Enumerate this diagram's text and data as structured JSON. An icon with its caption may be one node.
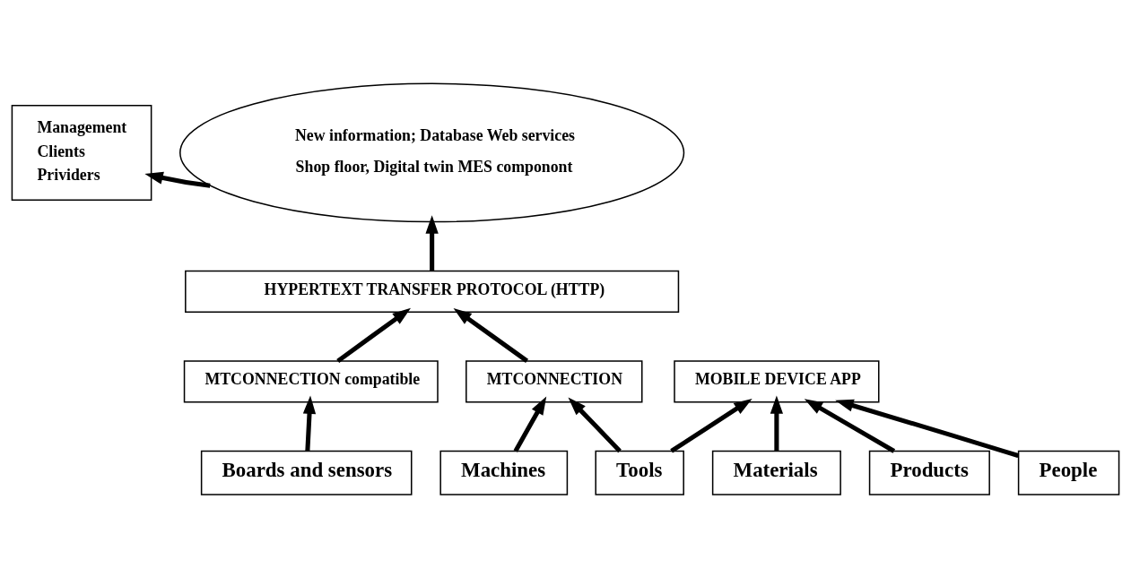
{
  "diagram": {
    "nodes": [
      {
        "text": [
          "New information; Database Web services",
          "Shop floor, Digital twin MES componont"
        ]
      },
      {
        "text": [
          "Management",
          "Clients",
          "Prividers"
        ]
      },
      {
        "text": [
          "HYPERTEXT TRANSFER PROTOCOL (HTTP)"
        ]
      },
      {
        "text": [
          "MTCONNECTION compatible"
        ]
      },
      {
        "text": [
          "MTCONNECTION"
        ]
      },
      {
        "text": [
          "MOBILE DEVICE APP"
        ]
      },
      {
        "text": [
          "Boards and sensors"
        ]
      },
      {
        "text": [
          "Machines"
        ]
      },
      {
        "text": [
          "Tools"
        ]
      },
      {
        "text": [
          "Materials"
        ]
      },
      {
        "text": [
          "Products"
        ]
      },
      {
        "text": [
          "People"
        ]
      }
    ],
    "edges": [
      {
        "from": 0,
        "to": 1,
        "arrow": "to"
      },
      {
        "from": 2,
        "to": 0,
        "arrow": "to"
      },
      {
        "from": 3,
        "to": 2,
        "arrow": "to"
      },
      {
        "from": 4,
        "to": 2,
        "arrow": "to"
      },
      {
        "from": 6,
        "to": 3,
        "arrow": "to"
      },
      {
        "from": 7,
        "to": 4,
        "arrow": "to"
      },
      {
        "from": 8,
        "to": 4,
        "arrow": "to"
      },
      {
        "from": 8,
        "to": 5,
        "arrow": "to"
      },
      {
        "from": 9,
        "to": 5,
        "arrow": "to"
      },
      {
        "from": 10,
        "to": 5,
        "arrow": "to"
      },
      {
        "from": 11,
        "to": 5,
        "arrow": "to"
      }
    ]
  }
}
